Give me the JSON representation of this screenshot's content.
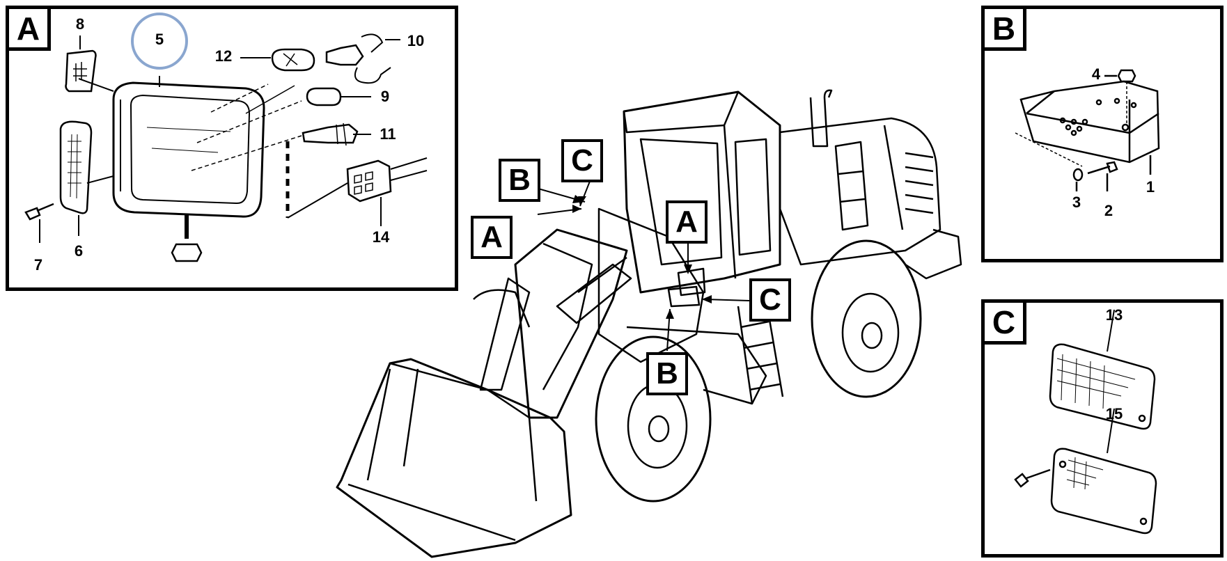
{
  "panels": {
    "a": {
      "tag": "A"
    },
    "b": {
      "tag": "B"
    },
    "c": {
      "tag": "C"
    }
  },
  "callouts_a": {
    "n5": "5",
    "n8": "8",
    "n12": "12",
    "n10": "10",
    "n9": "9",
    "n11": "11",
    "n14": "14",
    "n7": "7",
    "n6": "6"
  },
  "callouts_b": {
    "n4": "4",
    "n3": "3",
    "n2": "2",
    "n1": "1"
  },
  "callouts_c": {
    "n13": "13",
    "n15": "15"
  },
  "machine_refs": {
    "c_top": "C",
    "b_upper": "B",
    "a_left": "A",
    "a_center": "A",
    "c_right": "C",
    "b_lower": "B"
  },
  "highlight": {
    "ring_color": "#8aa6cf",
    "target": "5"
  }
}
